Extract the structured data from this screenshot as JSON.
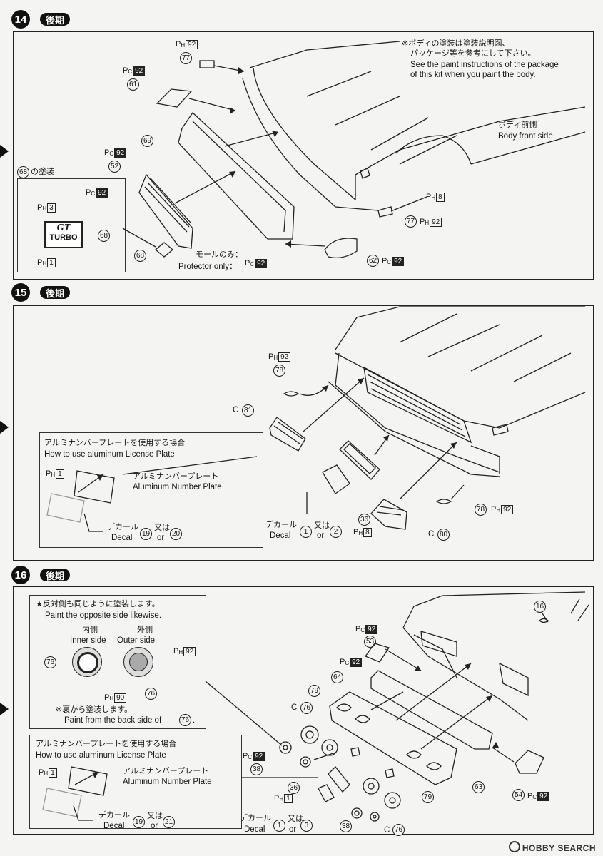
{
  "step14": {
    "num": "14",
    "badge": "後期",
    "note_ja_1": "※ボディの塗装は塗装説明図、",
    "note_ja_2": "パッケージ等を参考にして下さい。",
    "note_en_1": "See the paint instructions of the package",
    "note_en_2": "of this kit when you paint the body.",
    "body_front_ja": "ボディ前側",
    "body_front_en": "Body front side",
    "inset_title": "の塗装",
    "inset_part": "68",
    "emblem_text_1": "GT",
    "emblem_text_2": "TURBO",
    "protector_ja": "モールのみ：",
    "protector_en": "Protector only：",
    "parts": {
      "p77a": "77",
      "p61": "61",
      "p69": "69",
      "p52": "52",
      "p68a": "68",
      "p68b": "68",
      "p77b": "77",
      "p62": "62"
    },
    "paints": {
      "ph92": "92",
      "pc92": "92",
      "ph8": "8",
      "ph3": "3",
      "ph1": "1"
    }
  },
  "step15": {
    "num": "15",
    "badge": "後期",
    "inset_ja": "アルミナンバープレートを使用する場合",
    "inset_en": "How to use aluminum License Plate",
    "alu_ja": "アルミナンバープレート",
    "alu_en": "Aluminum Number Plate",
    "decal_ja": "デカール",
    "decal_en": "Decal",
    "or_ja": "又は",
    "or_en": "or",
    "c_label": "C",
    "parts": {
      "p78a": "78",
      "p81": "81",
      "p36": "36",
      "p80": "80",
      "p78b": "78",
      "d19": "19",
      "d20": "20",
      "d1": "1",
      "d2": "2"
    },
    "paints": {
      "ph92": "92",
      "ph1": "1",
      "ph8": "8"
    }
  },
  "step16": {
    "num": "16",
    "badge": "後期",
    "note_ja": "★反対側も同じように塗装します。",
    "note_en": "Paint the opposite side likewise.",
    "inner_ja": "内側",
    "inner_en": "Inner side",
    "outer_ja": "外側",
    "outer_en": "Outer side",
    "back_ja": "※裏から塗装します。",
    "back_en_1": "Paint from the back side of",
    "back_en_2": ".",
    "inset_ja": "アルミナンバープレートを使用する場合",
    "inset_en": "How to use aluminum License Plate",
    "alu_ja": "アルミナンバープレート",
    "alu_en": "Aluminum Number Plate",
    "decal_ja": "デカール",
    "decal_en": "Decal",
    "or_ja": "又は",
    "or_en": "or",
    "c_label": "C",
    "parts": {
      "p16": "16",
      "p53": "53",
      "p64": "64",
      "p79a": "79",
      "p76a": "76",
      "p76b": "76",
      "p76c": "76",
      "p76d": "76",
      "p38a": "38",
      "p36": "36",
      "p63": "63",
      "p54": "54",
      "p79b": "79",
      "p38b": "38",
      "p76e": "76",
      "d19": "19",
      "d21": "21",
      "d1": "1",
      "d3": "3"
    },
    "paints": {
      "ph92": "92",
      "ph90": "90",
      "pc92": "92",
      "ph1": "1"
    }
  },
  "watermark": "HOBBY SEARCH"
}
